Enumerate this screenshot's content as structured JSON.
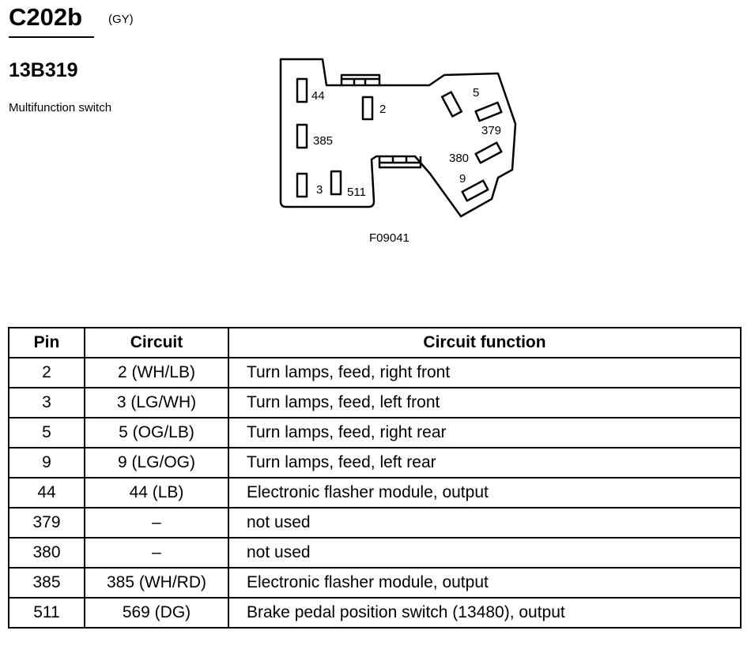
{
  "header": {
    "connector": "C202b",
    "color_code": "(GY)",
    "part_number": "13B319",
    "description": "Multifunction switch"
  },
  "diagram": {
    "figure_id": "F09041",
    "pin_labels": {
      "p44": "44",
      "p2": "2",
      "p5": "5",
      "p379": "379",
      "p385": "385",
      "p380": "380",
      "p9": "9",
      "p3": "3",
      "p511": "511"
    }
  },
  "table": {
    "headers": [
      "Pin",
      "Circuit",
      "Circuit function"
    ],
    "rows": [
      {
        "pin": "2",
        "circuit": "2 (WH/LB)",
        "function": "Turn lamps, feed, right front"
      },
      {
        "pin": "3",
        "circuit": "3 (LG/WH)",
        "function": "Turn lamps, feed, left front"
      },
      {
        "pin": "5",
        "circuit": "5 (OG/LB)",
        "function": "Turn lamps, feed, right rear"
      },
      {
        "pin": "9",
        "circuit": "9 (LG/OG)",
        "function": "Turn lamps, feed, left rear"
      },
      {
        "pin": "44",
        "circuit": "44 (LB)",
        "function": "Electronic flasher module, output"
      },
      {
        "pin": "379",
        "circuit": "–",
        "function": "not used"
      },
      {
        "pin": "380",
        "circuit": "–",
        "function": "not used"
      },
      {
        "pin": "385",
        "circuit": "385 (WH/RD)",
        "function": "Electronic flasher module, output"
      },
      {
        "pin": "511",
        "circuit": "569 (DG)",
        "function": "Brake pedal position switch (13480), output"
      }
    ]
  }
}
